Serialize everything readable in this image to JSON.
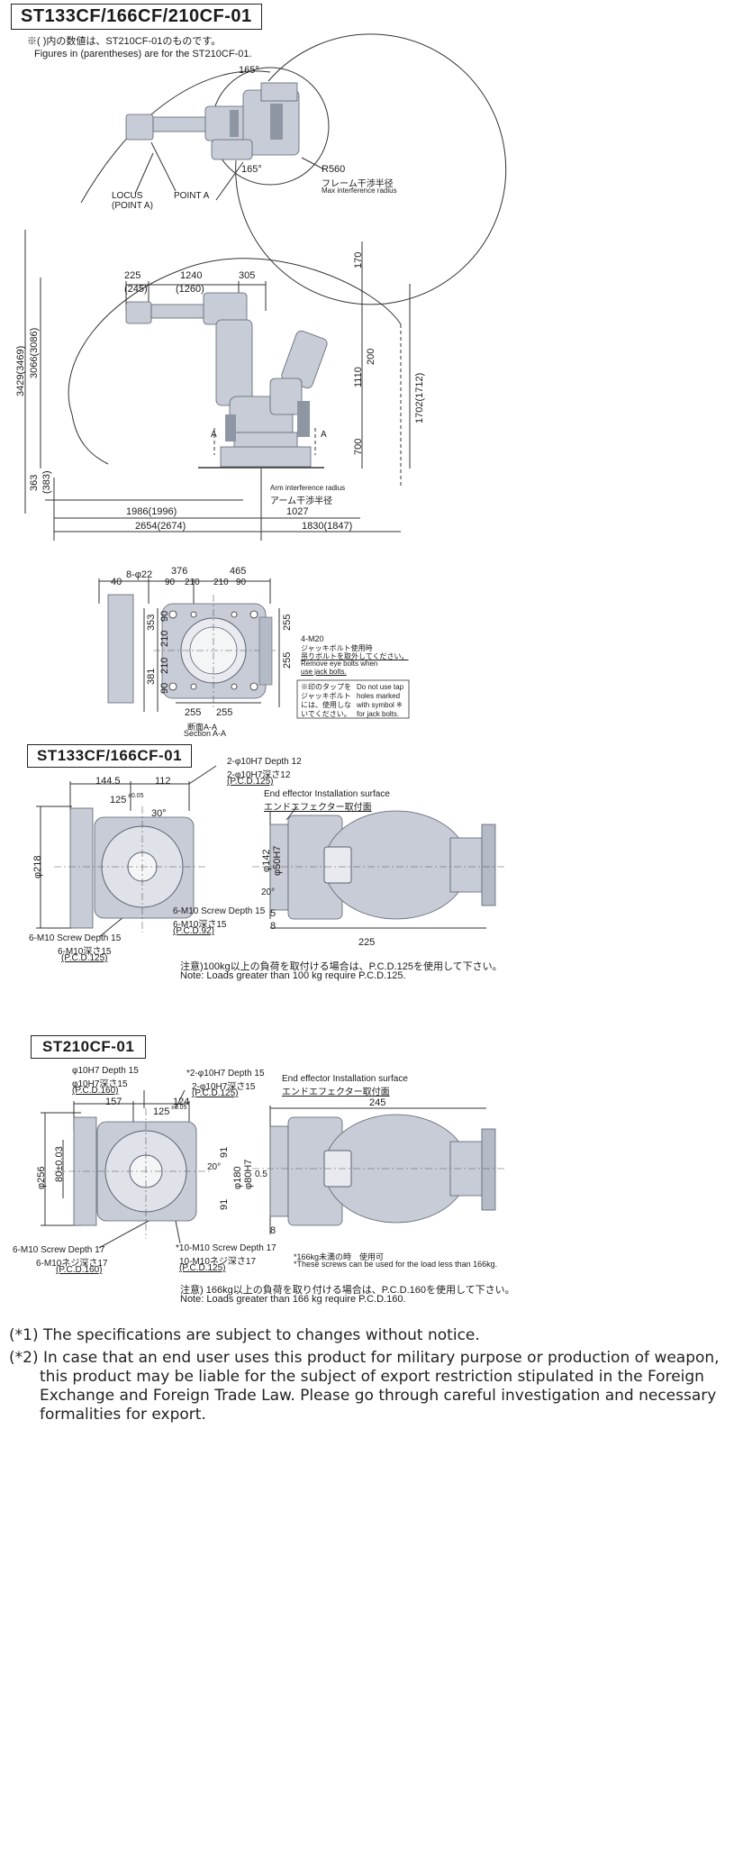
{
  "header": {
    "model_title": "ST133CF/166CF/210CF-01",
    "note_jp": "※(  )内の数値は、ST210CF-01のものです。",
    "note_en": "Figures in (parentheses) are for the ST210CF-01."
  },
  "top_view": {
    "angle_top": "165°",
    "angle_bottom": "165°",
    "r560": "R560",
    "r560_jp": "フレーム干渉半径",
    "r560_en": "Max interference radius",
    "locus_label": "LOCUS",
    "locus_sub": "(POINT A)",
    "point_a": "POINT A"
  },
  "side_view": {
    "d225": "225",
    "d245": "(245)",
    "d1240": "1240",
    "d1260": "(1260)",
    "d305": "305",
    "d170": "170",
    "d200": "200",
    "d1110": "1110",
    "d700": "700",
    "d1702": "1702(1712)",
    "d3429": "3429(3469)",
    "d3066": "3066(3086)",
    "d363": "363",
    "d383": "(383)",
    "d1986": "1986(1996)",
    "d1027": "1027",
    "d2654": "2654(2674)",
    "d1830": "1830(1847)",
    "arm_en": "Arm interference radius",
    "arm_jp": "アーム干渉半径",
    "a_left": "A",
    "a_right": "A"
  },
  "section_aa": {
    "d40": "40",
    "d8phi22": "8-φ22",
    "d376": "376",
    "d465": "465",
    "d90a": "90",
    "d210a": "210",
    "d210b": "210",
    "d90b": "90",
    "d353": "353",
    "d90c": "90",
    "d210c": "210",
    "d210d": "210",
    "d381": "381",
    "d90d": "90",
    "d255a": "255",
    "d255b": "255",
    "d255c": "255",
    "d255d": "255",
    "m20": "4-M20",
    "m20_jp1": "ジャッキボルト使用時",
    "m20_jp2": "吊りボルトを取外してください。",
    "m20_en1": "Remove eye bolts when",
    "m20_en2": "use jack bolts.",
    "box_jp": "※印のタップをジャッキボルトには、使用しないでください。",
    "box_en": "Do not use tap holes marked with symbol ※ for jack bolts.",
    "section_jp": "断面A-A",
    "section_en": "Section A-A"
  },
  "flange1": {
    "title": "ST133CF/166CF-01",
    "d1445": "144.5",
    "d112": "112",
    "d125": "125",
    "tol125": "±0.05",
    "d30": "30°",
    "phi218": "φ218",
    "phi142": "φ142",
    "phi50": "φ50H7",
    "d20": "20°",
    "d5": "5",
    "d8": "8",
    "d225": "225",
    "pin_en": "2-φ10H7 Depth 12",
    "pin_jp": "2-φ10H7深さ12",
    "pin_pcd": "(P.C.D.125)",
    "eff_en": "End effector Installation surface",
    "eff_jp": "エンドエフェクター取付面",
    "scr1_en": "6-M10 Screw Depth 15",
    "scr1_jp": "6-M10深さ15",
    "scr1_pcd": "(P.C.D.92)",
    "scr2_en": "6-M10 Screw Depth 15",
    "scr2_jp": "6-M10深さ15",
    "scr2_pcd": "(P.C.D.125)",
    "note_jp": "注意)100kg以上の負荷を取付ける場合は、P.C.D.125を使用して下さい。",
    "note_en": "Note: Loads greater than 100 kg require P.C.D.125."
  },
  "flange2": {
    "title": "ST210CF-01",
    "pin1_en": "φ10H7 Depth 15",
    "pin1_jp": "φ10H7深さ15",
    "pin1_pcd": "(P.C.D.160)",
    "pin2_en": "*2-φ10H7 Depth 15",
    "pin2_jp": "2-φ10H7深さ15",
    "pin2_pcd": "(P.C.D.125)",
    "eff_en": "End effector Installation surface",
    "eff_jp": "エンドエフェクター取付面",
    "d157": "157",
    "d124": "124",
    "d125": "125",
    "tol125": "±0.05",
    "d245": "245",
    "phi256": "φ256",
    "d80": "80±0.03",
    "phi180": "φ180",
    "phi80": "φ80H7",
    "d91a": "91",
    "d91b": "91",
    "d20": "20°",
    "d05": "0.5",
    "d8": "8",
    "scr1_en": "6-M10 Screw Depth 17",
    "scr1_jp": "6-M10ネジ深さ17",
    "scr1_pcd": "(P.C.D.160)",
    "scr2_en": "*10-M10 Screw Depth 17",
    "scr2_jp": "10-M10ネジ深さ17",
    "scr2_pcd": "(P.C.D.125)",
    "star_jp": "*166kg未満の時　使用可",
    "star_en": "*These screws can be used for the load less than 166kg.",
    "note_jp": "注意) 166kg以上の負荷を取り付ける場合は、P.C.D.160を使用して下さい。",
    "note_en": "Note: Loads greater than 166 kg require P.C.D.160."
  },
  "footnotes": {
    "n1": "(*1) The specifications are subject to changes without notice.",
    "n2a": "(*2) In case that an end user uses this product for military purpose or production of weapon,",
    "n2b": "this product may be liable for the subject of export restriction stipulated in the Foreign",
    "n2c": "Exchange and Foreign Trade Law. Please go through careful investigation and necessary",
    "n2d": "formalities for export."
  },
  "colors": {
    "robot": "#c7ccd6",
    "robot_dark": "#8f96a3",
    "line": "#333333"
  }
}
